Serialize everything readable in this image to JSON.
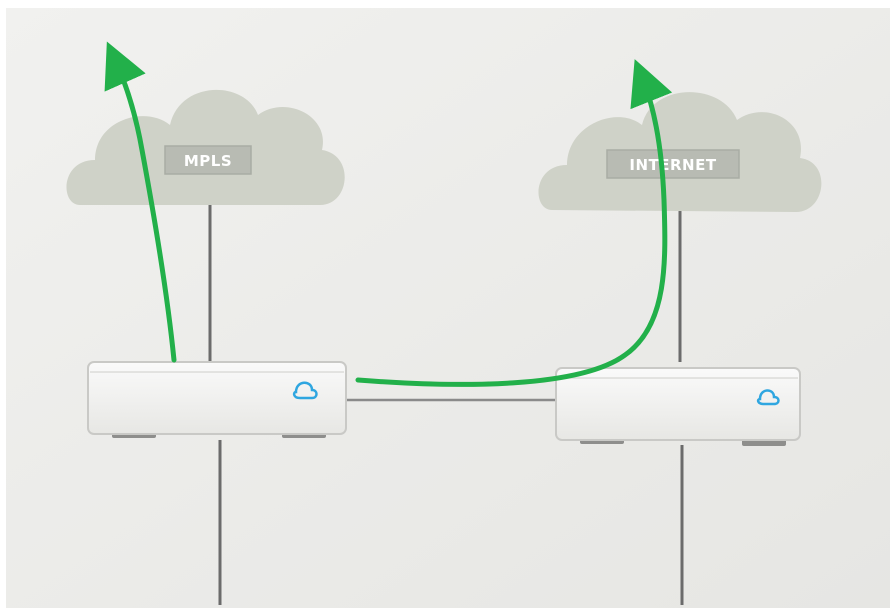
{
  "diagram": {
    "clouds": [
      {
        "id": "mpls",
        "label": "MPLS"
      },
      {
        "id": "internet",
        "label": "INTERNET"
      }
    ],
    "devices": [
      {
        "id": "router-left",
        "icon": "cloud-icon",
        "connects_to": "mpls"
      },
      {
        "id": "router-right",
        "icon": "cloud-icon",
        "connects_to": "internet"
      }
    ],
    "paths": [
      {
        "id": "path-left",
        "from": "router-left",
        "to": "mpls",
        "color": "#22b04a"
      },
      {
        "id": "path-right",
        "from": "router-left",
        "via": "router-right",
        "to": "internet",
        "color": "#22b04a"
      }
    ],
    "colors": {
      "background": "#eeeeec",
      "cloud": "#cfd2c8",
      "label_box": "#b8bbb3",
      "device_body": "#f3f3f1",
      "device_edge": "#c9c9c6",
      "link": "#6b6b6b",
      "device_icon": "#2fa6e0",
      "arrow": "#22b04a"
    }
  }
}
